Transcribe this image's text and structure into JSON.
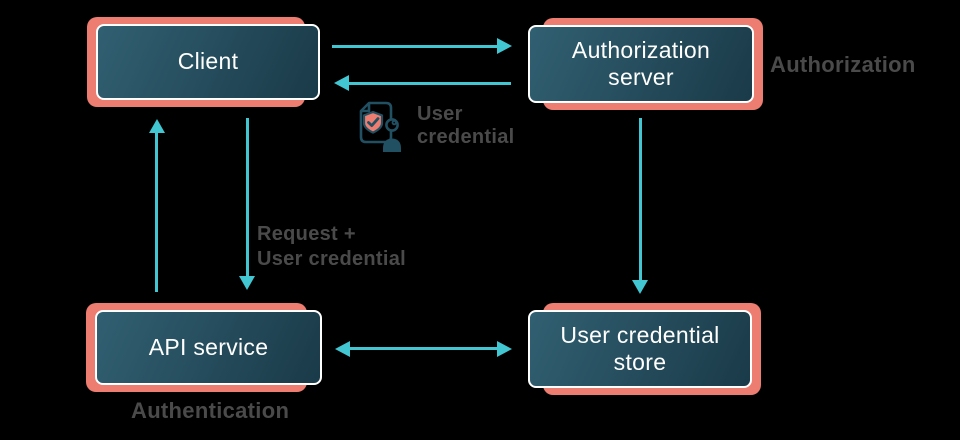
{
  "diagram": {
    "nodes": {
      "client": {
        "label": "Client"
      },
      "auth_server": {
        "label": "Authorization server"
      },
      "api_service": {
        "label": "API service"
      },
      "credential_store": {
        "label": "User credential store"
      }
    },
    "edge_labels": {
      "user_credential": {
        "line1": "User",
        "line2": "credential"
      },
      "request": {
        "line1": "Request +",
        "line2": "User credential"
      }
    },
    "annotations": {
      "authorization": "Authorization",
      "authentication": "Authentication"
    },
    "icons": {
      "user_credential_icon": "document-shield-person"
    },
    "colors": {
      "background": "#000000",
      "accent_coral": "#ED7D70",
      "arrow_cyan": "#41C6D2",
      "box_gradient_start": "#316072",
      "box_gradient_end": "#1A3A48",
      "box_border": "#FFFFFF",
      "box_text": "#FFFFFF",
      "annotation_gray": "#4A4A4A"
    }
  }
}
